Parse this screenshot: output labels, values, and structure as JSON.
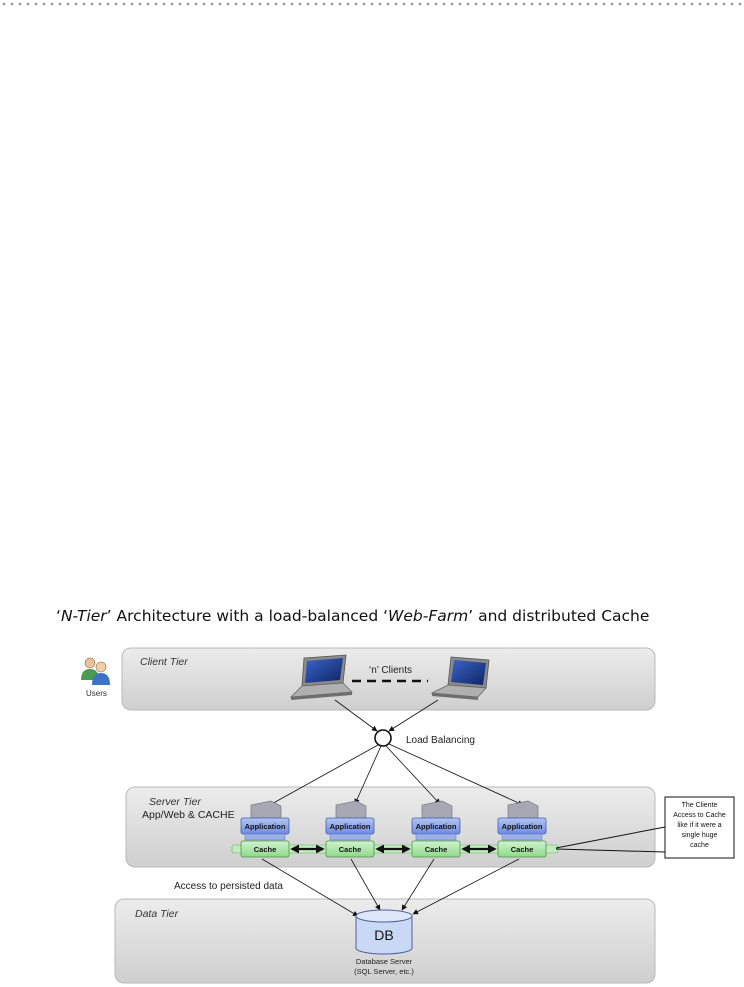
{
  "title": {
    "part1": "‘",
    "ntier": "N-Tier",
    "part2": "’ Architecture with a load-balanced ‘",
    "webfarm": "Web-Farm",
    "part3": "’ and distributed Cache"
  },
  "users_label": "Users",
  "client_tier": {
    "label": "Client Tier",
    "clients_label": "‘n’ Clients"
  },
  "load_balancing_label": "Load Balancing",
  "server_tier": {
    "label": "Server Tier",
    "sublabel": "App/Web & CACHE",
    "nodes": [
      {
        "app_label": "Application",
        "cache_label": "Cache"
      },
      {
        "app_label": "Application",
        "cache_label": "Cache"
      },
      {
        "app_label": "Application",
        "cache_label": "Cache"
      },
      {
        "app_label": "Application",
        "cache_label": "Cache"
      }
    ]
  },
  "callout": {
    "lines": [
      "The Cliente",
      "Access to Cache",
      "like if it were a",
      "single huge",
      "cache"
    ]
  },
  "access_label": "Access to persisted data",
  "data_tier": {
    "label": "Data Tier",
    "db_label": "DB",
    "db_caption_line1": "Database Server",
    "db_caption_line2": "(SQL Server, etc.)"
  },
  "colors": {
    "tier_fill": "#dcdcdc",
    "app_fill": "#8fa6e8",
    "cache_fill": "#a9e4a7",
    "db_fill": "#c9d8f4",
    "laptop_screen": "#1f3f9c"
  }
}
